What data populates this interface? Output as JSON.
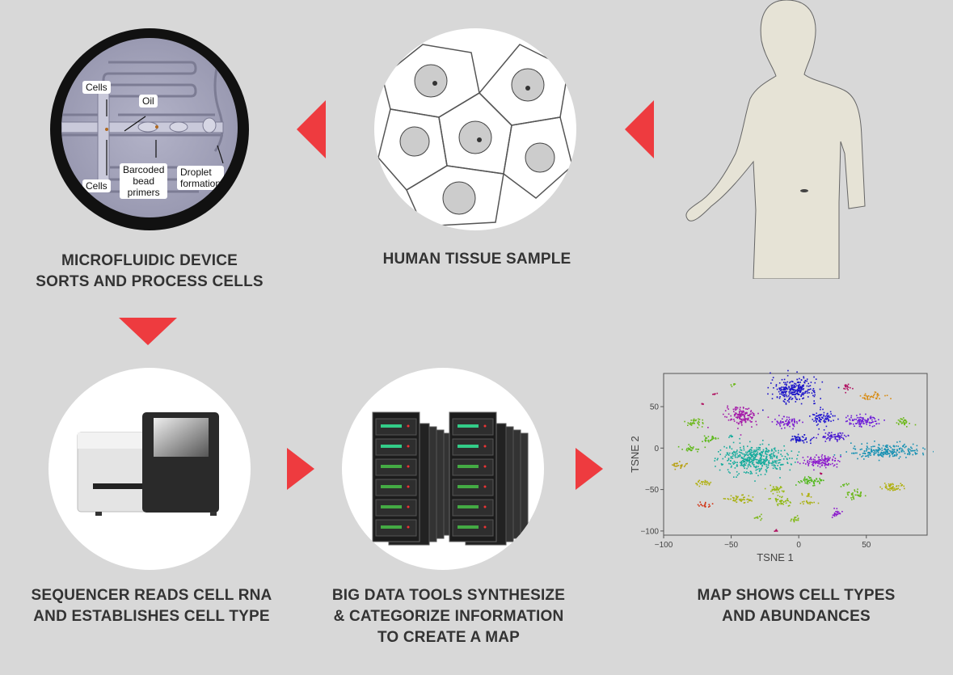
{
  "steps": {
    "microfluidic": {
      "caption_line1": "MICROFLUIDIC DEVICE",
      "caption_line2": "SORTS AND PROCESS CELLS",
      "labels": {
        "cells_top": "Cells",
        "oil": "Oil",
        "cells_bottom": "Cells",
        "barcoded_1": "Barcoded",
        "barcoded_2": "bead",
        "barcoded_3": "primers",
        "droplet_1": "Droplet",
        "droplet_2": "formation"
      }
    },
    "tissue": {
      "caption": "HUMAN TISSUE SAMPLE"
    },
    "sequencer": {
      "caption_line1": "SEQUENCER READS CELL RNA",
      "caption_line2": "AND ESTABLISHES CELL TYPE"
    },
    "big_data": {
      "caption_line1": "BIG DATA TOOLS SYNTHESIZE",
      "caption_line2": "& CATEGORIZE INFORMATION",
      "caption_line3": "TO CREATE A MAP"
    },
    "map": {
      "caption_line1": "MAP SHOWS CELL TYPES",
      "caption_line2": "AND ABUNDANCES"
    }
  },
  "colors": {
    "arrow": "#ee3b3f",
    "background": "#d8d8d8"
  },
  "chart_data": {
    "type": "scatter",
    "title": "",
    "xlabel": "TSNE 1",
    "ylabel": "TSNE 2",
    "xlim": [
      -100,
      95
    ],
    "ylim": [
      -105,
      90
    ],
    "xticks": [
      -100,
      -50,
      0,
      50
    ],
    "yticks": [
      -100,
      -50,
      0,
      50
    ],
    "xtick_labels": [
      "−100",
      "−50",
      "0",
      "50"
    ],
    "ytick_labels": [
      "−100",
      "−50",
      "0",
      "50"
    ],
    "grid": false,
    "clusters": [
      {
        "x": -4,
        "y": 71,
        "sx": 17,
        "sy": 14,
        "color": "#1a12c8"
      },
      {
        "x": -42,
        "y": 39,
        "sx": 12,
        "sy": 11,
        "color": "#a41aa8"
      },
      {
        "x": -33,
        "y": -12,
        "sx": 24,
        "sy": 17,
        "color": "#14ab9c"
      },
      {
        "x": 64,
        "y": -3,
        "sx": 26,
        "sy": 8,
        "color": "#1590b2"
      },
      {
        "x": -9,
        "y": 32,
        "sx": 9,
        "sy": 7,
        "color": "#7a1ad0"
      },
      {
        "x": 17,
        "y": 37,
        "sx": 8,
        "sy": 9,
        "color": "#2418d0"
      },
      {
        "x": 47,
        "y": 34,
        "sx": 12,
        "sy": 7,
        "color": "#6a18d8"
      },
      {
        "x": 0,
        "y": 12,
        "sx": 9,
        "sy": 5,
        "color": "#1a14c8"
      },
      {
        "x": 25,
        "y": 14,
        "sx": 12,
        "sy": 5,
        "color": "#4a18d0"
      },
      {
        "x": 17,
        "y": -15,
        "sx": 15,
        "sy": 7,
        "color": "#8a18cc"
      },
      {
        "x": 55,
        "y": 63,
        "sx": 9,
        "sy": 4,
        "color": "#d88a10"
      },
      {
        "x": 35,
        "y": 75,
        "sx": 3,
        "sy": 5,
        "color": "#b01060"
      },
      {
        "x": 78,
        "y": 32,
        "sx": 6,
        "sy": 5,
        "color": "#6cb81a"
      },
      {
        "x": -77,
        "y": 31,
        "sx": 6,
        "sy": 5,
        "color": "#6cb81a"
      },
      {
        "x": -67,
        "y": 12,
        "sx": 6,
        "sy": 4,
        "color": "#5cb81a"
      },
      {
        "x": -80,
        "y": 0,
        "sx": 8,
        "sy": 3,
        "color": "#60b81a"
      },
      {
        "x": -89,
        "y": -20,
        "sx": 6,
        "sy": 4,
        "color": "#b8a010"
      },
      {
        "x": -70,
        "y": -41,
        "sx": 6,
        "sy": 4,
        "color": "#b0b010"
      },
      {
        "x": -70,
        "y": -68,
        "sx": 5,
        "sy": 3,
        "color": "#d03010"
      },
      {
        "x": -44,
        "y": -61,
        "sx": 11,
        "sy": 4,
        "color": "#a8b010"
      },
      {
        "x": -30,
        "y": -83,
        "sx": 3,
        "sy": 3,
        "color": "#7cb81a"
      },
      {
        "x": -17,
        "y": -49,
        "sx": 6,
        "sy": 5,
        "color": "#9ab814"
      },
      {
        "x": -13,
        "y": -63,
        "sx": 6,
        "sy": 6,
        "color": "#90b814"
      },
      {
        "x": -3,
        "y": -85,
        "sx": 4,
        "sy": 4,
        "color": "#80b814"
      },
      {
        "x": 9,
        "y": -39,
        "sx": 10,
        "sy": 5,
        "color": "#50b81a"
      },
      {
        "x": 6,
        "y": -56,
        "sx": 4,
        "sy": 3,
        "color": "#b0b010"
      },
      {
        "x": 6,
        "y": -65,
        "sx": 7,
        "sy": 2,
        "color": "#a8b010"
      },
      {
        "x": 27,
        "y": -78,
        "sx": 4,
        "sy": 5,
        "color": "#8a18cc"
      },
      {
        "x": 41,
        "y": -56,
        "sx": 7,
        "sy": 5,
        "color": "#6cb81a"
      },
      {
        "x": 33,
        "y": -43,
        "sx": 3,
        "sy": 2,
        "color": "#60b81a"
      },
      {
        "x": 68,
        "y": -46,
        "sx": 9,
        "sy": 5,
        "color": "#b0b010"
      },
      {
        "x": -52,
        "y": 15,
        "sx": 2,
        "sy": 2,
        "color": "#14ab9c"
      },
      {
        "x": -63,
        "y": 66,
        "sx": 2,
        "sy": 1,
        "color": "#b01060"
      },
      {
        "x": -72,
        "y": 54,
        "sx": 1,
        "sy": 1,
        "color": "#b01060"
      },
      {
        "x": -49,
        "y": 77,
        "sx": 2,
        "sy": 2,
        "color": "#6cb81a"
      },
      {
        "x": -17,
        "y": -99,
        "sx": 1,
        "sy": 1,
        "color": "#b01060"
      },
      {
        "x": 16,
        "y": -30,
        "sx": 1,
        "sy": 1,
        "color": "#b01060"
      }
    ]
  }
}
